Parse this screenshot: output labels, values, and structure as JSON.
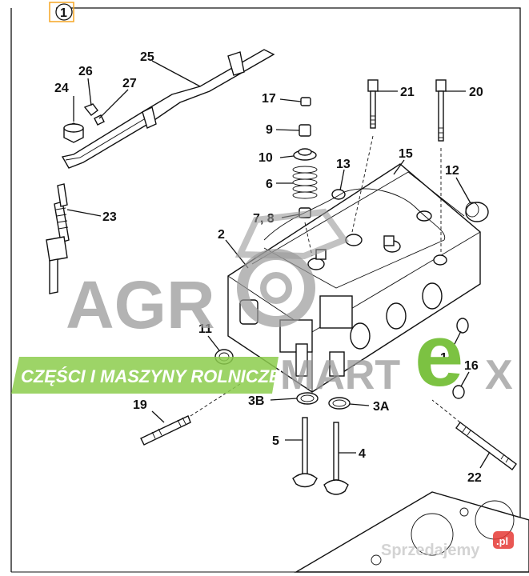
{
  "figure_number": "1",
  "callouts": {
    "c25": "25",
    "c26": "26",
    "c27": "27",
    "c24": "24",
    "c23": "23",
    "c17": "17",
    "c9": "9",
    "c10": "10",
    "c6": "6",
    "c78": "7, 8",
    "c21": "21",
    "c20": "20",
    "c13": "13",
    "c15": "15",
    "c12": "12",
    "c2": "2",
    "c11": "11",
    "c14": "14",
    "c16": "16",
    "c3b": "3B",
    "c3a": "3A",
    "c19": "19",
    "c5": "5",
    "c4": "4",
    "c22": "22"
  },
  "watermark": {
    "brand_left": "AGR",
    "brand_right_top": "MART",
    "brand_e": "e",
    "brand_x": "X",
    "banner": "CZĘŚCI I MASZYNY ROLNICZE",
    "site": "Sprzedajemy",
    "site_suffix": ".pl"
  },
  "colors": {
    "watermark_green": "#8ccc4c",
    "watermark_gray": "#9a9a9a",
    "figure_badge": "#f5a623"
  }
}
